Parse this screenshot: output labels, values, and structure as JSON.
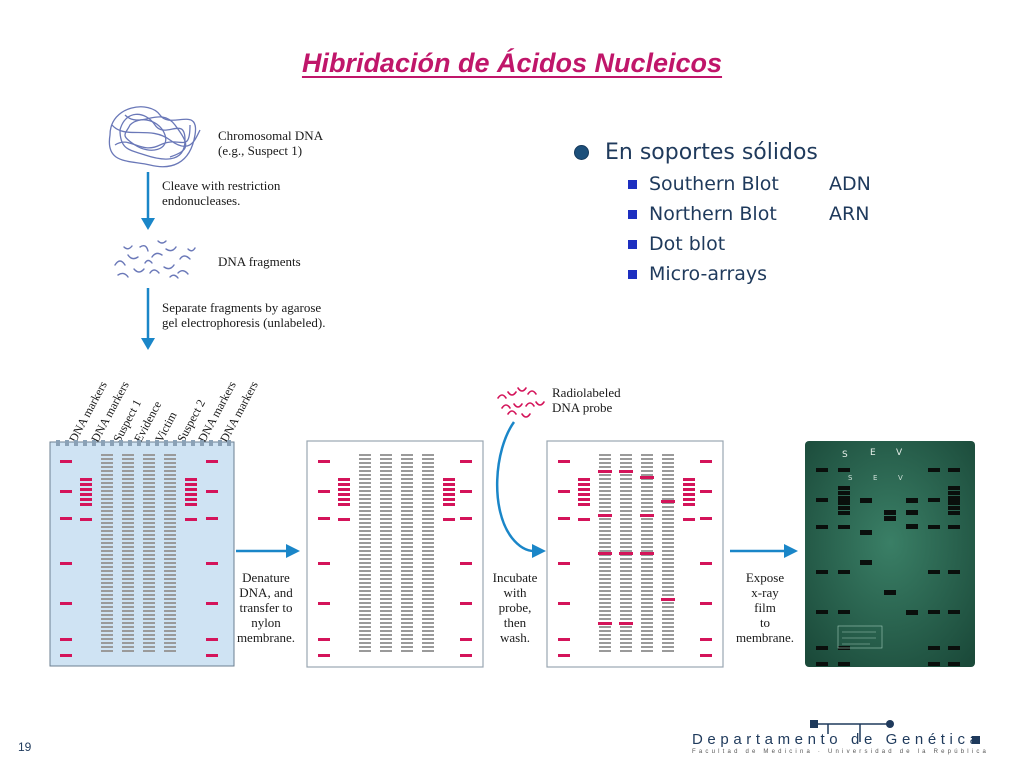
{
  "title": "Hibridación de Ácidos Nucleicos",
  "diagram": {
    "step1": "Chromosomal DNA",
    "step1_sub": "(e.g., Suspect 1)",
    "step2": "Cleave with restriction",
    "step2_sub": "endonucleases.",
    "step3": "DNA fragments",
    "step4": "Separate fragments by agarose",
    "step4_sub": "gel electrophoresis (unlabeled).",
    "lanes": [
      "DNA markers",
      "DNA markers",
      "Suspect 1",
      "Evidence",
      "Victim",
      "Suspect 2",
      "DNA markers",
      "DNA markers"
    ],
    "transfer": [
      "Denature",
      "DNA, and",
      "transfer to",
      "nylon",
      "membrane."
    ],
    "probe": [
      "Radiolabeled",
      "DNA probe"
    ],
    "incubate": [
      "Incubate",
      "with",
      "probe,",
      "then",
      "wash."
    ],
    "expose": [
      "Expose",
      "x-ray",
      "film",
      "to",
      "membrane."
    ],
    "film_letters": [
      "S",
      "E",
      "V"
    ]
  },
  "bullets": {
    "main": "En soportes sólidos",
    "items": [
      {
        "label": "Southern Blot",
        "value": "ADN"
      },
      {
        "label": "Northern Blot",
        "value": "ARN"
      },
      {
        "label": "Dot blot",
        "value": ""
      },
      {
        "label": "Micro-arrays",
        "value": ""
      }
    ]
  },
  "footer": {
    "slide_number": "19",
    "department": "Departamento de Genética",
    "faculty": "Facultad de Medicina · Universidad de la República"
  },
  "colors": {
    "title": "#c0166a",
    "arrow": "#1a86c8",
    "marker_band": "#d4145a",
    "gel_bg": "#cfe3f3",
    "film_bg": "#1f5a47"
  }
}
